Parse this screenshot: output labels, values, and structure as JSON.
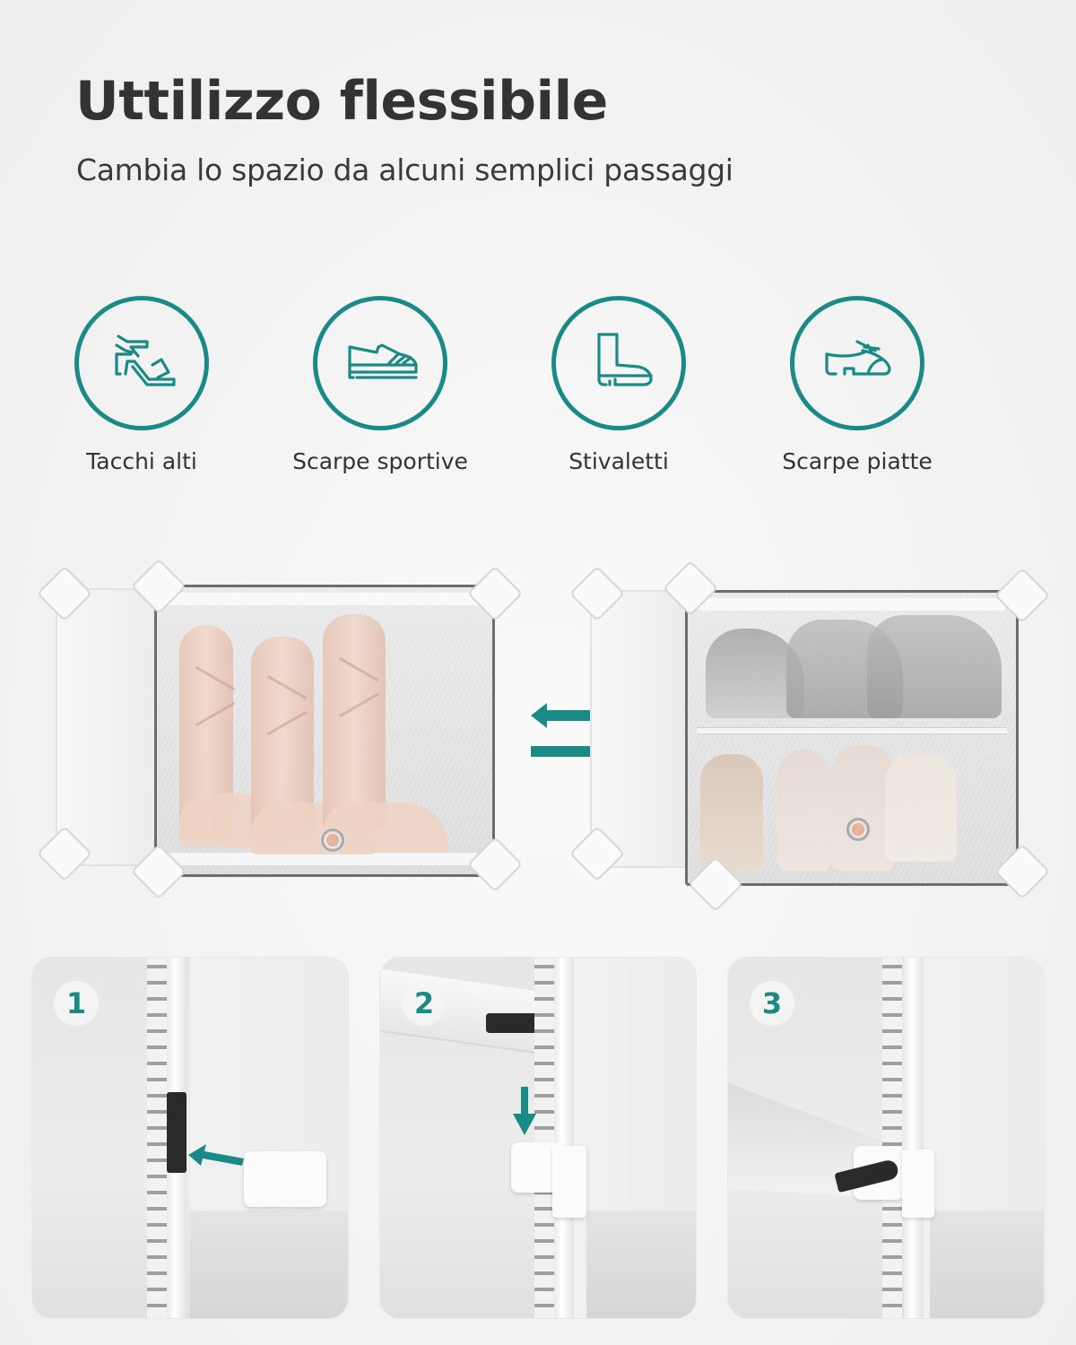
{
  "header": {
    "title": "Uttilizzo flessibile",
    "subtitle": "Cambia lo spazio da alcuni semplici passaggi"
  },
  "shoe_types": [
    {
      "label": "Tacchi alti",
      "icon": "high-heel-icon"
    },
    {
      "label": "Scarpe sportive",
      "icon": "sneaker-icon"
    },
    {
      "label": "Stivaletti",
      "icon": "boot-icon"
    },
    {
      "label": "Scarpe piatte",
      "icon": "flat-shoe-icon"
    }
  ],
  "configurations": {
    "left": {
      "description": "Single compartment with tall lace-up boots",
      "shelves": 0
    },
    "right": {
      "description": "Two compartments with sneakers above and heels below",
      "shelves": 1
    },
    "swap_icon": "swap-arrows-icon"
  },
  "steps": [
    {
      "number": "1",
      "arrow": "arrow-left-icon"
    },
    {
      "number": "2",
      "arrow": "arrow-down-icon"
    },
    {
      "number": "3",
      "arrow": ""
    }
  ],
  "colors": {
    "accent": "#1a8a86",
    "title_text": "#333333",
    "background": "#f3f3f3"
  }
}
